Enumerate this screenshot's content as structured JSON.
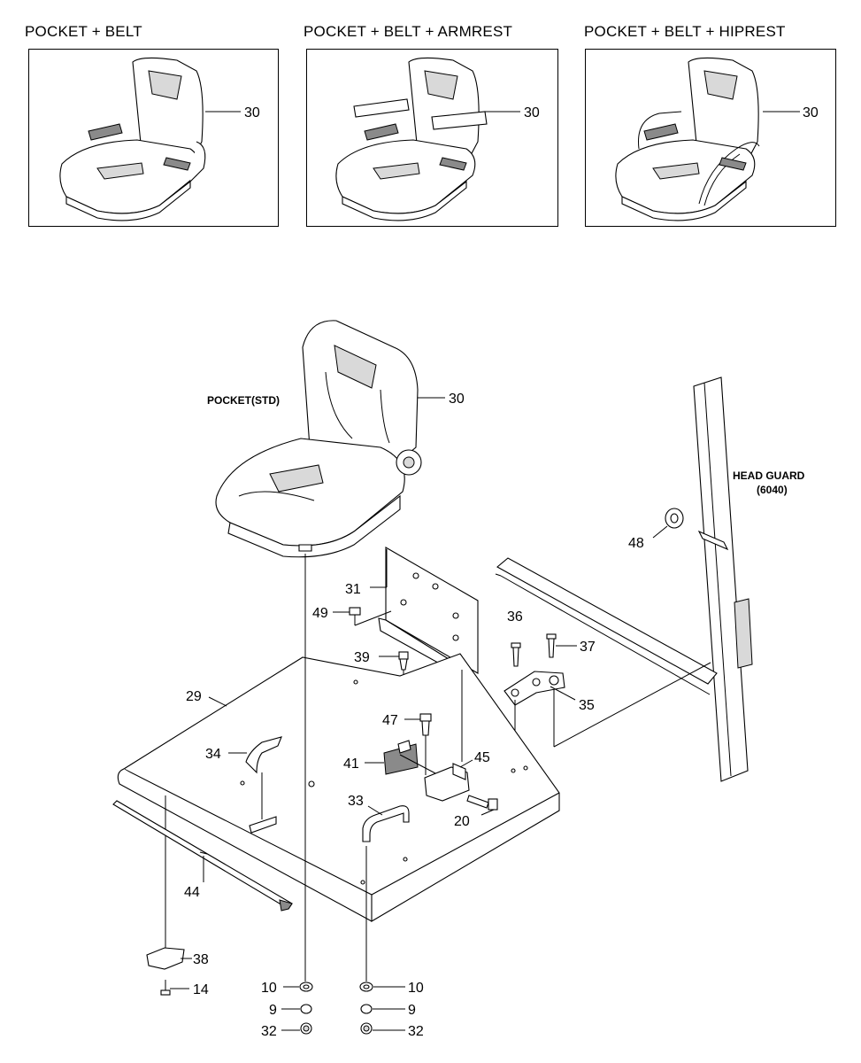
{
  "variants": [
    {
      "title": "POCKET + BELT",
      "part": "30"
    },
    {
      "title": "POCKET + BELT + ARMREST",
      "part": "30"
    },
    {
      "title": "POCKET + BELT + HIPREST",
      "part": "30"
    }
  ],
  "notes": {
    "pocket_std": "POCKET(STD)",
    "head_guard": "HEAD GUARD",
    "head_guard_code": "(6040)"
  },
  "callouts": {
    "seat": "30",
    "bracket_plate": "31",
    "washer_48": "48",
    "bolt_49": "49",
    "bolt_36": "36",
    "bolt_37": "37",
    "bolt_39": "39",
    "hinge_35": "35",
    "floor_plate": "29",
    "handle_34": "34",
    "bolt_47": "47",
    "latch_41": "41",
    "bracket_45": "45",
    "handle_33": "33",
    "bolt_20": "20",
    "trim_44": "44",
    "block_38": "38",
    "screw_14": "14",
    "washer_10_left": "10",
    "washer_10_right": "10",
    "washer_9_left": "9",
    "washer_9_right": "9",
    "nut_32_left": "32",
    "nut_32_right": "32"
  }
}
